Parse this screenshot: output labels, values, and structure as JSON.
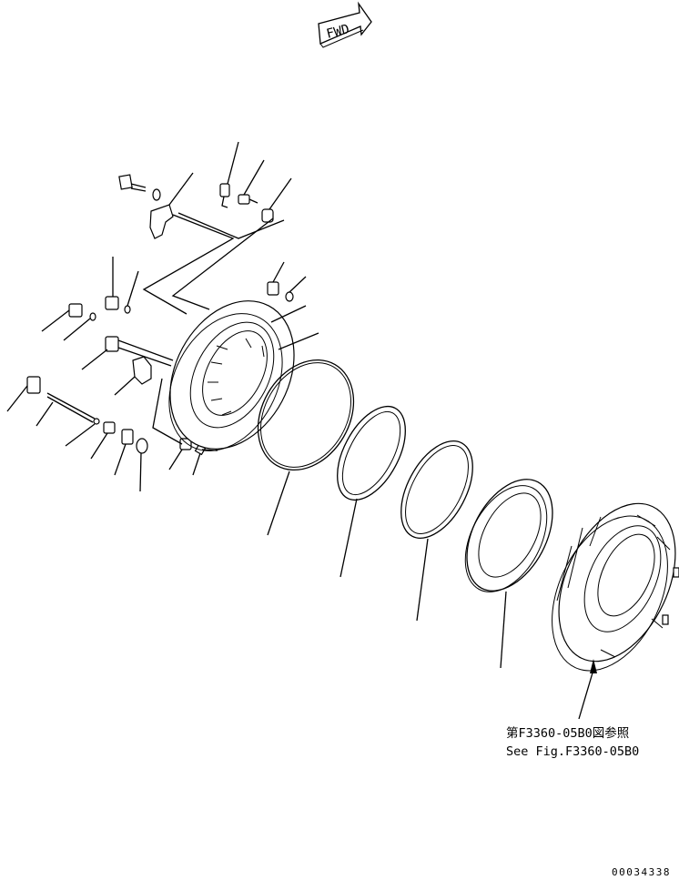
{
  "fwd_label": "FWD",
  "reference_note": {
    "line1": "第F3360-05B0図参照",
    "line2": "See Fig.F3360-05B0"
  },
  "drawing_number": "00034338"
}
